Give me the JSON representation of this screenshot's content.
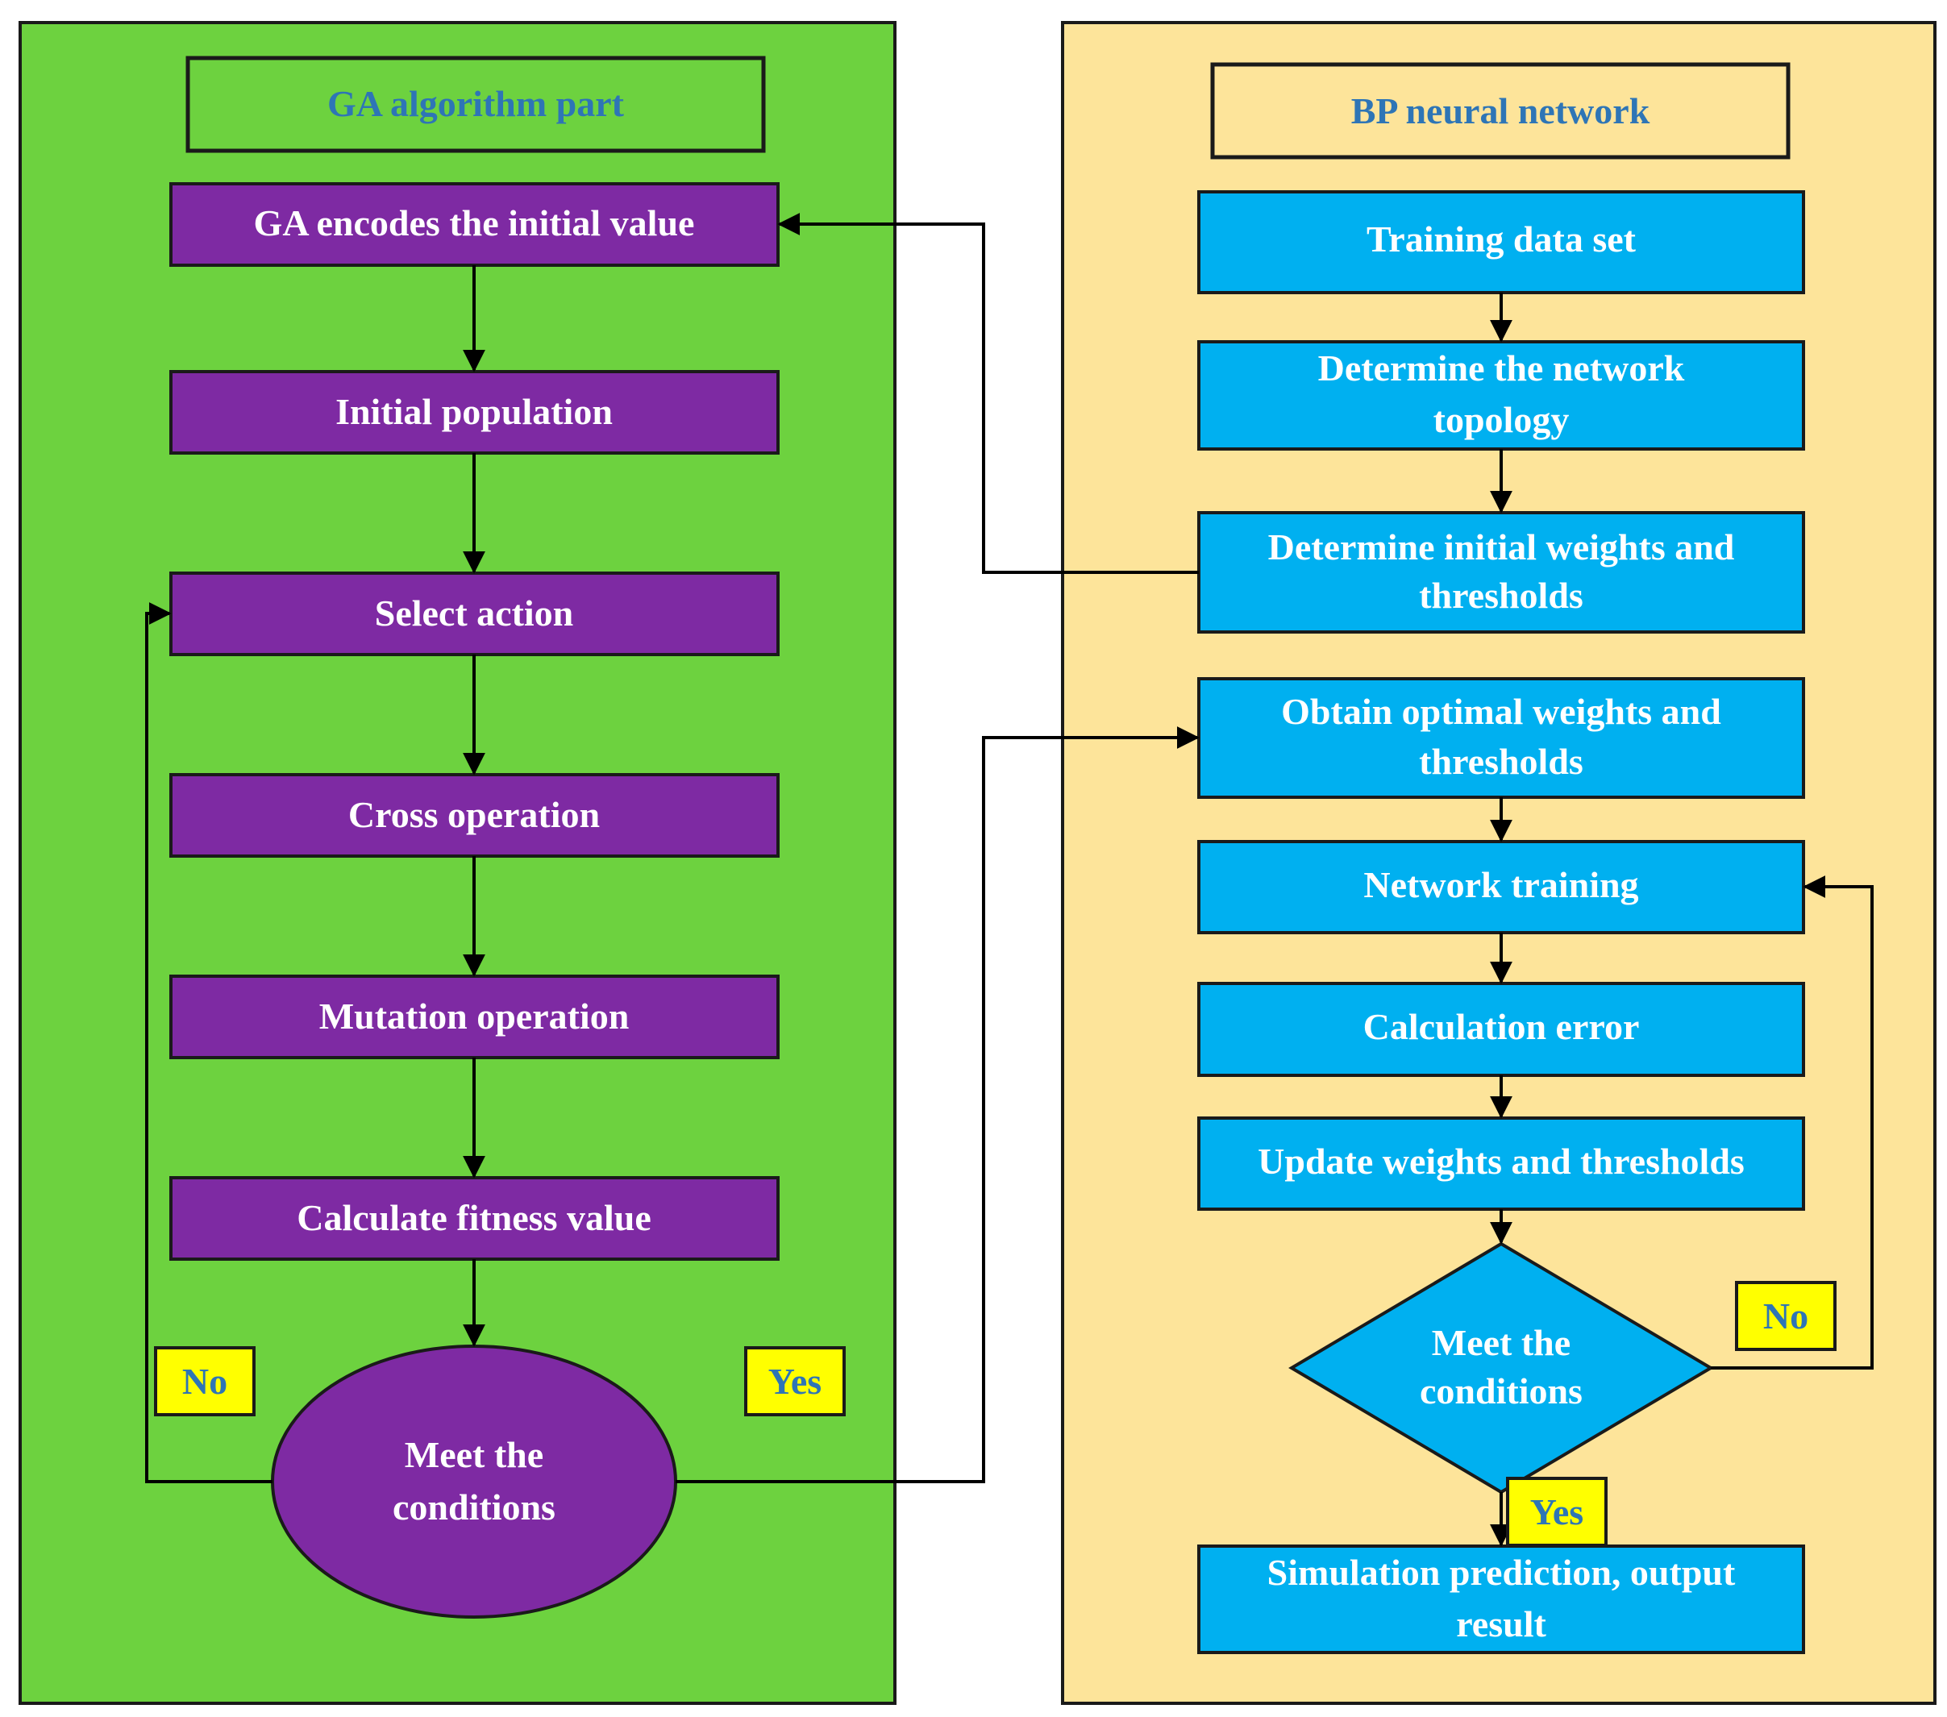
{
  "colors": {
    "ga_panel": "#6dd23f",
    "bp_panel": "#fde49a",
    "ga_box": "#7e2aa3",
    "bp_box": "#00b0f0",
    "title_text": "#2e75b6",
    "box_text": "#ffffff",
    "tag_fill": "#ffff00",
    "tag_text": "#2e75b6",
    "line": "#000000"
  },
  "ga": {
    "title": "GA algorithm part",
    "encode": "GA encodes the initial value",
    "population": "Initial population",
    "select": "Select action",
    "cross": "Cross operation",
    "mutation": "Mutation operation",
    "fitness": "Calculate fitness value",
    "decision": [
      "Meet the",
      "conditions"
    ],
    "no_label": "No",
    "yes_label": "Yes"
  },
  "bp": {
    "title": "BP neural network",
    "training_data": "Training data set",
    "topology": [
      "Determine the network",
      "topology"
    ],
    "init_weights": [
      "Determine initial weights and",
      "thresholds"
    ],
    "optimal_weights": [
      "Obtain optimal weights and",
      "thresholds"
    ],
    "training": "Network training",
    "error": "Calculation error",
    "update": "Update weights and thresholds",
    "decision": [
      "Meet the",
      "conditions"
    ],
    "no_label": "No",
    "yes_label": "Yes",
    "output": [
      "Simulation prediction, output",
      "result"
    ]
  }
}
